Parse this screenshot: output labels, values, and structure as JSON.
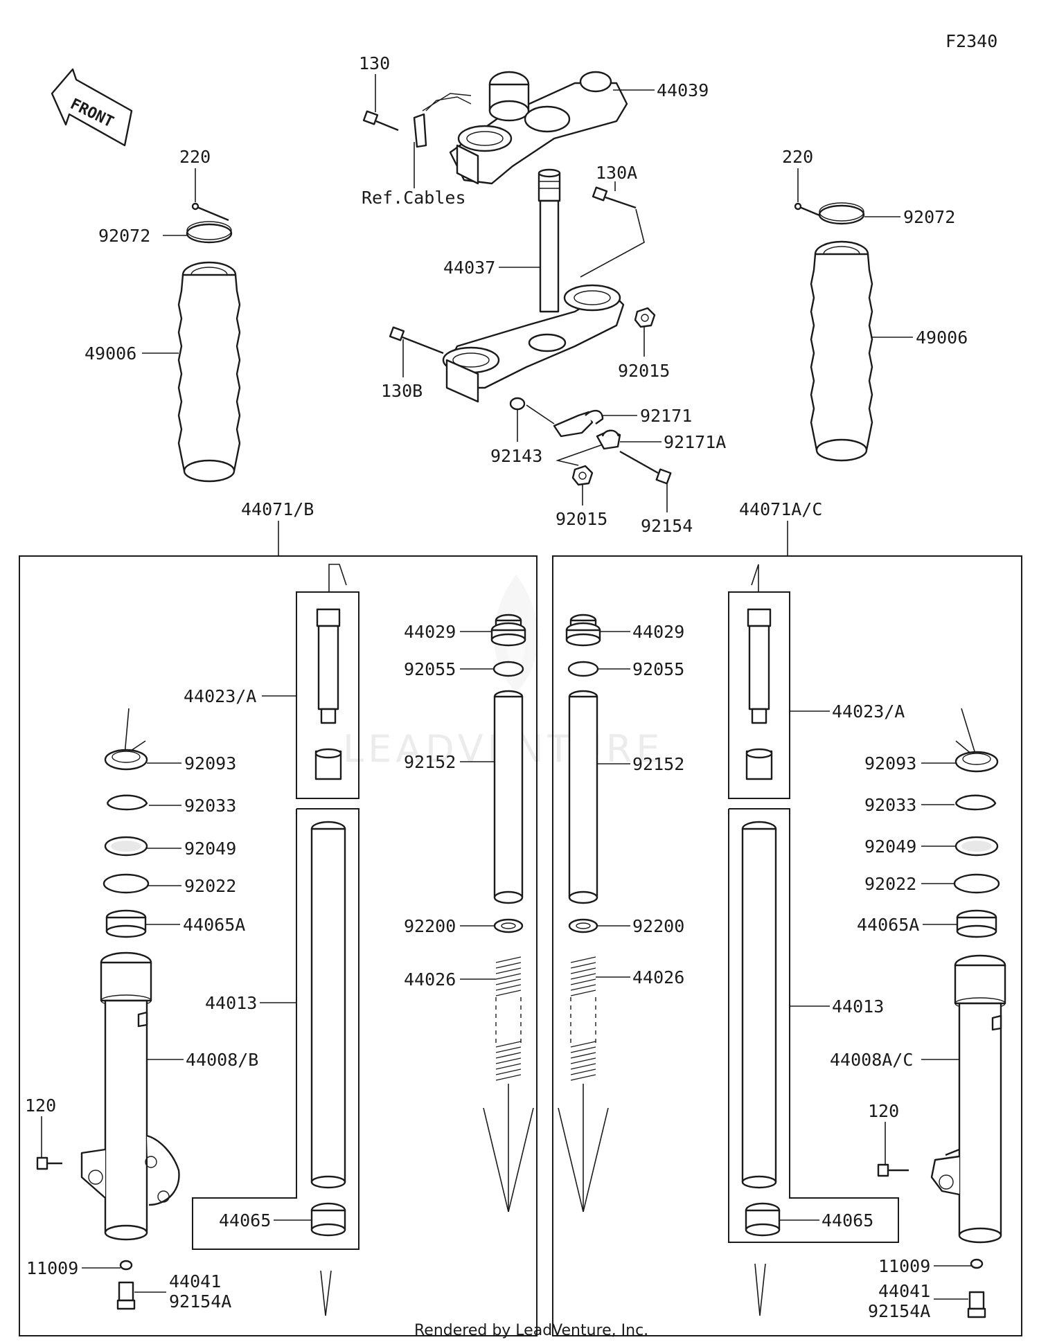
{
  "diagram_code": "F2340",
  "direction_label": "FRONT",
  "watermark": "LEADVENTURE",
  "footer": "Rendered by LeadVenture, Inc.",
  "top_labels": {
    "bolt_130": "130",
    "bracket_44039": "44039",
    "ref_cables": "Ref.Cables",
    "bolt_130a": "130A",
    "stem_44037": "44037",
    "bolt_130b": "130B",
    "nut_92015_a": "92015",
    "washer_92143": "92143",
    "clamp_92171": "92171",
    "clamp_92171a": "92171A",
    "nut_92015_b": "92015",
    "bolt_92154": "92154"
  },
  "side_labels": {
    "left_screw_220": "220",
    "left_band_92072": "92072",
    "left_boot_49006": "49006",
    "right_screw_220": "220",
    "right_band_92072": "92072",
    "right_boot_49006": "49006"
  },
  "left_assembly": {
    "title": "44071/B",
    "labels": {
      "cap": "44029",
      "oring": "92055",
      "spacer": "92152",
      "washer": "92200",
      "spring": "44026",
      "cylinder": "44023/A",
      "dust_seal": "92093",
      "stop_ring": "92033",
      "oil_seal": "92049",
      "washer_plain": "92022",
      "bush_a": "44065A",
      "inner_tube": "44013",
      "outer_tube": "44008/B",
      "bolt_120": "120",
      "bush": "44065",
      "gasket": "11009",
      "bolt_a": "44041",
      "bolt_b": "92154A"
    }
  },
  "right_assembly": {
    "title": "44071A/C",
    "labels": {
      "cap": "44029",
      "oring": "92055",
      "spacer": "92152",
      "washer": "92200",
      "spring": "44026",
      "cylinder": "44023/A",
      "dust_seal": "92093",
      "stop_ring": "92033",
      "oil_seal": "92049",
      "washer_plain": "92022",
      "bush_a": "44065A",
      "inner_tube": "44013",
      "outer_tube": "44008A/C",
      "bolt_120": "120",
      "bush": "44065",
      "gasket": "11009",
      "bolt_a": "44041",
      "bolt_b": "92154A"
    }
  }
}
